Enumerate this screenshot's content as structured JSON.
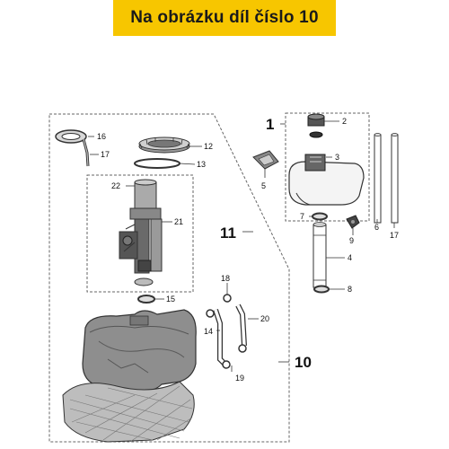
{
  "banner": {
    "text": "Na obrázku díl číslo 10"
  },
  "callouts": {
    "c1": "1",
    "c2": "2",
    "c3": "3",
    "c4": "4",
    "c5": "5",
    "c6": "6",
    "c7": "7",
    "c8": "8",
    "c9": "9",
    "c10": "10",
    "c11": "11",
    "c12": "12",
    "c13": "13",
    "c14": "14",
    "c15": "15",
    "c16": "16",
    "c17a": "17",
    "c17b": "17",
    "c18": "18",
    "c19": "19",
    "c20": "20",
    "c21": "21",
    "c22": "22"
  },
  "colors": {
    "banner_bg": "#f7c600",
    "line": "#333333",
    "dash": "#666666",
    "part_fill": "#8a8a8a",
    "part_dark": "#4a4a4a"
  }
}
